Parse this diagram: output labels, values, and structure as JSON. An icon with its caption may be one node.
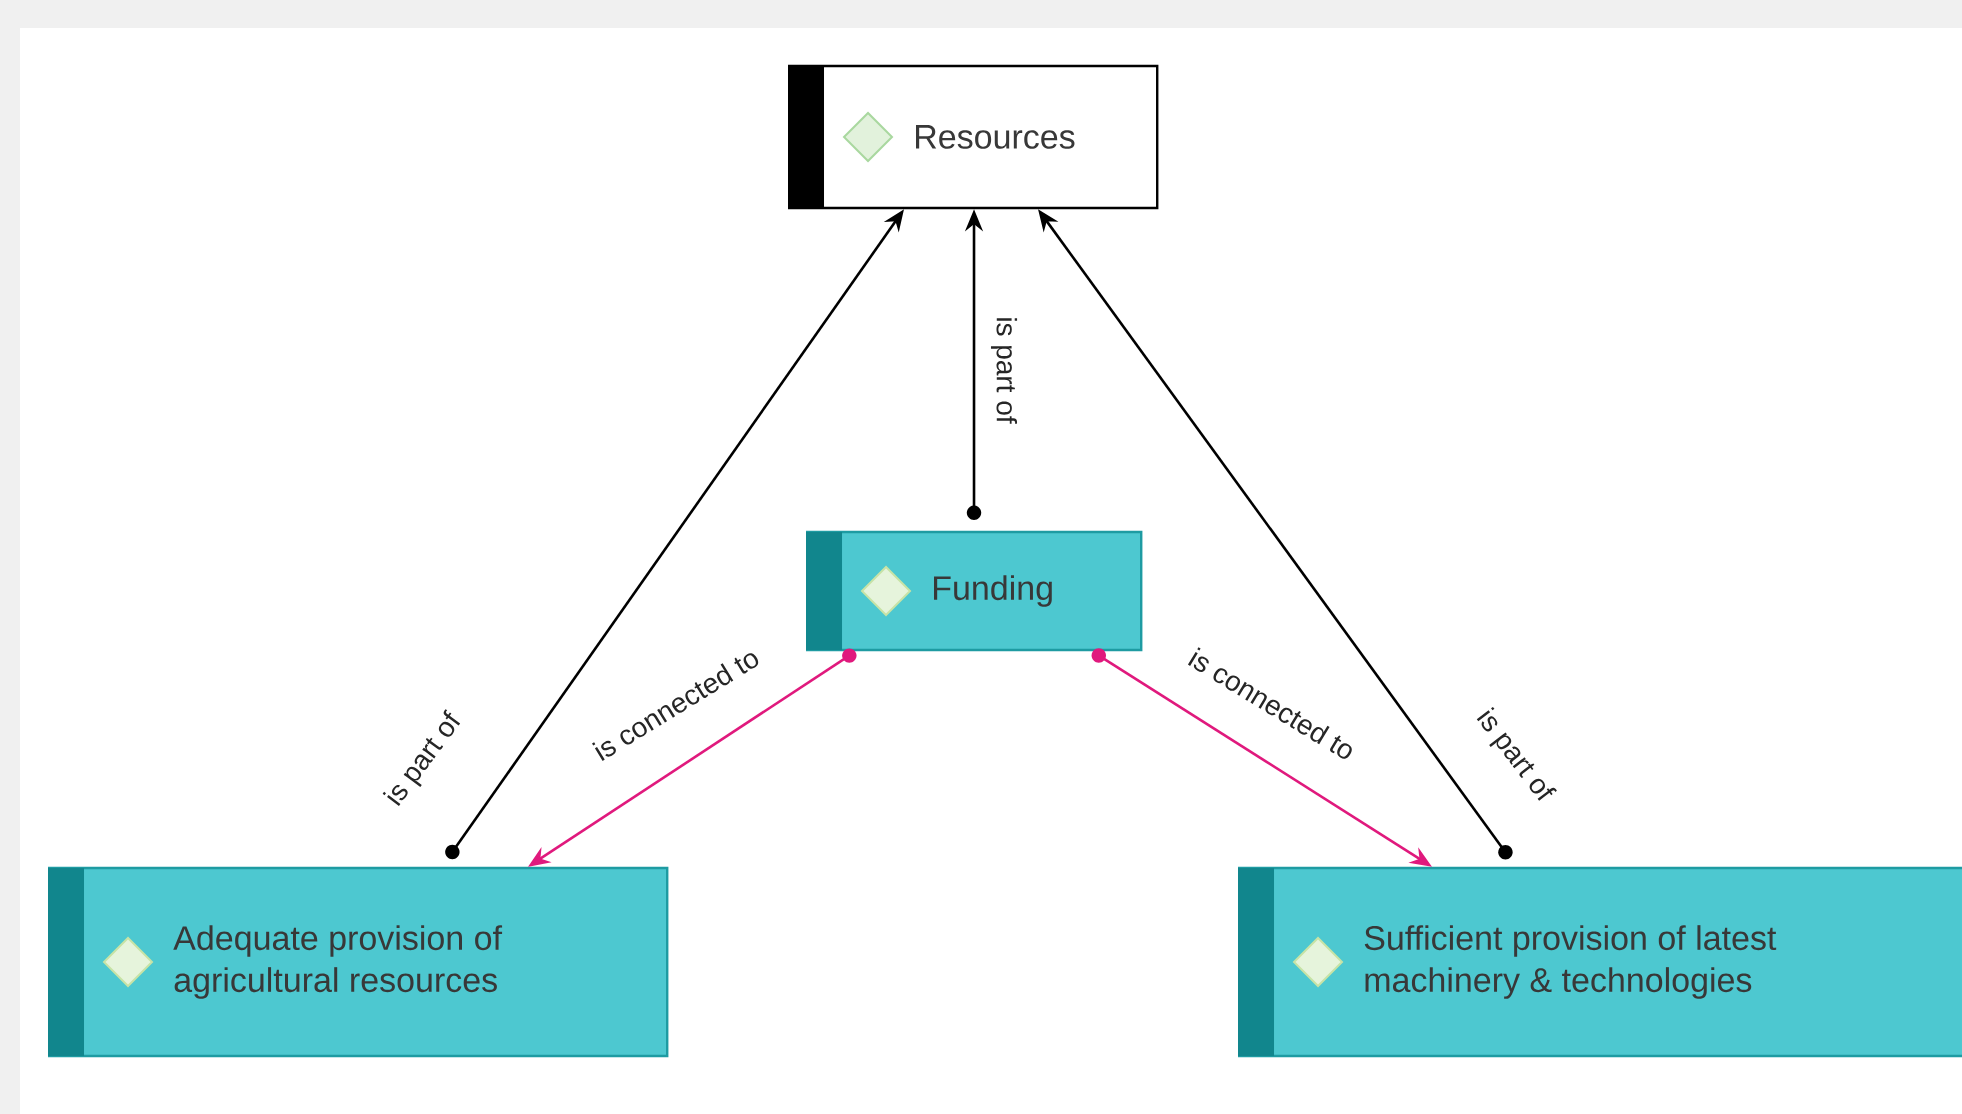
{
  "diagram": {
    "nodes": [
      {
        "text": [
          "Resources"
        ]
      },
      {
        "text": [
          "Funding"
        ]
      },
      {
        "text": [
          "Adequate provision of agricultural resources"
        ]
      },
      {
        "text": [
          "Sufficient provision of latest machinery & technologies"
        ]
      }
    ],
    "edges": [
      {
        "from": 2,
        "to": 0,
        "arrow": "to",
        "label": "is part of"
      },
      {
        "from": 1,
        "to": 0,
        "arrow": "to",
        "label": "is part of"
      },
      {
        "from": 3,
        "to": 0,
        "arrow": "to",
        "label": "is part of"
      },
      {
        "from": 1,
        "to": 2,
        "arrow": "to",
        "label": "is connected to",
        "color": "#e0197d"
      },
      {
        "from": 1,
        "to": 3,
        "arrow": "to",
        "label": "is connected to",
        "color": "#e0197d"
      }
    ]
  }
}
